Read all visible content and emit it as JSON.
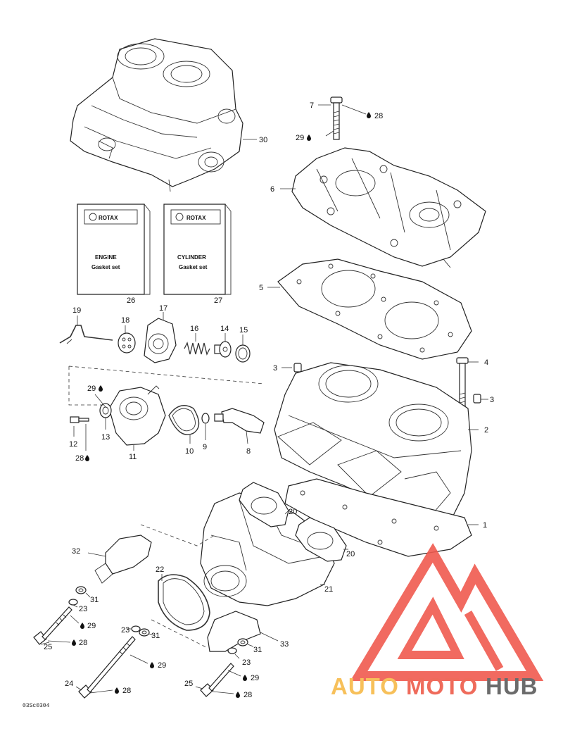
{
  "callouts": [
    {
      "id": "c30",
      "text": "30"
    },
    {
      "id": "c7",
      "text": "7"
    },
    {
      "id": "c28a",
      "text": "28"
    },
    {
      "id": "c29a",
      "text": "29"
    },
    {
      "id": "c6",
      "text": "6"
    },
    {
      "id": "c26",
      "text": "26"
    },
    {
      "id": "c27",
      "text": "27"
    },
    {
      "id": "c5",
      "text": "5"
    },
    {
      "id": "c19",
      "text": "19"
    },
    {
      "id": "c18",
      "text": "18"
    },
    {
      "id": "c17",
      "text": "17"
    },
    {
      "id": "c16",
      "text": "16"
    },
    {
      "id": "c14",
      "text": "14"
    },
    {
      "id": "c15",
      "text": "15"
    },
    {
      "id": "c3a",
      "text": "3"
    },
    {
      "id": "c4",
      "text": "4"
    },
    {
      "id": "c3b",
      "text": "3"
    },
    {
      "id": "c29b",
      "text": "29"
    },
    {
      "id": "c2",
      "text": "2"
    },
    {
      "id": "c13",
      "text": "13"
    },
    {
      "id": "c12",
      "text": "12"
    },
    {
      "id": "c28b",
      "text": "28"
    },
    {
      "id": "c11",
      "text": "11"
    },
    {
      "id": "c10",
      "text": "10"
    },
    {
      "id": "c9",
      "text": "9"
    },
    {
      "id": "c8",
      "text": "8"
    },
    {
      "id": "c20a",
      "text": "20"
    },
    {
      "id": "c1",
      "text": "1"
    },
    {
      "id": "c20b",
      "text": "20"
    },
    {
      "id": "c32",
      "text": "32"
    },
    {
      "id": "c22",
      "text": "22"
    },
    {
      "id": "c21",
      "text": "21"
    },
    {
      "id": "c31a",
      "text": "31"
    },
    {
      "id": "c23a",
      "text": "23"
    },
    {
      "id": "c29c",
      "text": "29"
    },
    {
      "id": "c25a",
      "text": "25"
    },
    {
      "id": "c28c",
      "text": "28"
    },
    {
      "id": "c23b",
      "text": "23"
    },
    {
      "id": "c31b",
      "text": "31"
    },
    {
      "id": "c33",
      "text": "33"
    },
    {
      "id": "c31c",
      "text": "31"
    },
    {
      "id": "c23c",
      "text": "23"
    },
    {
      "id": "c29d",
      "text": "29"
    },
    {
      "id": "c29e",
      "text": "29"
    },
    {
      "id": "c24",
      "text": "24"
    },
    {
      "id": "c28d",
      "text": "28"
    },
    {
      "id": "c25b",
      "text": "25"
    },
    {
      "id": "c28e",
      "text": "28"
    }
  ],
  "gasket_boxes": [
    {
      "brand": "ROTAX",
      "line1": "ENGINE",
      "line2": "Gasket set"
    },
    {
      "brand": "ROTAX",
      "line1": "CYLINDER",
      "line2": "Gasket set"
    }
  ],
  "figure_code": "03Sc0304",
  "watermark": {
    "part1": "AUTO",
    "part2": "MOTO",
    "part3": "HUB",
    "color_light": "#f7c05a",
    "color_mid": "#ef6b5b",
    "color_dark": "#6b6b6b",
    "logo_color": "#f05a4f"
  },
  "icons": [
    "loctite-drop-icon"
  ]
}
